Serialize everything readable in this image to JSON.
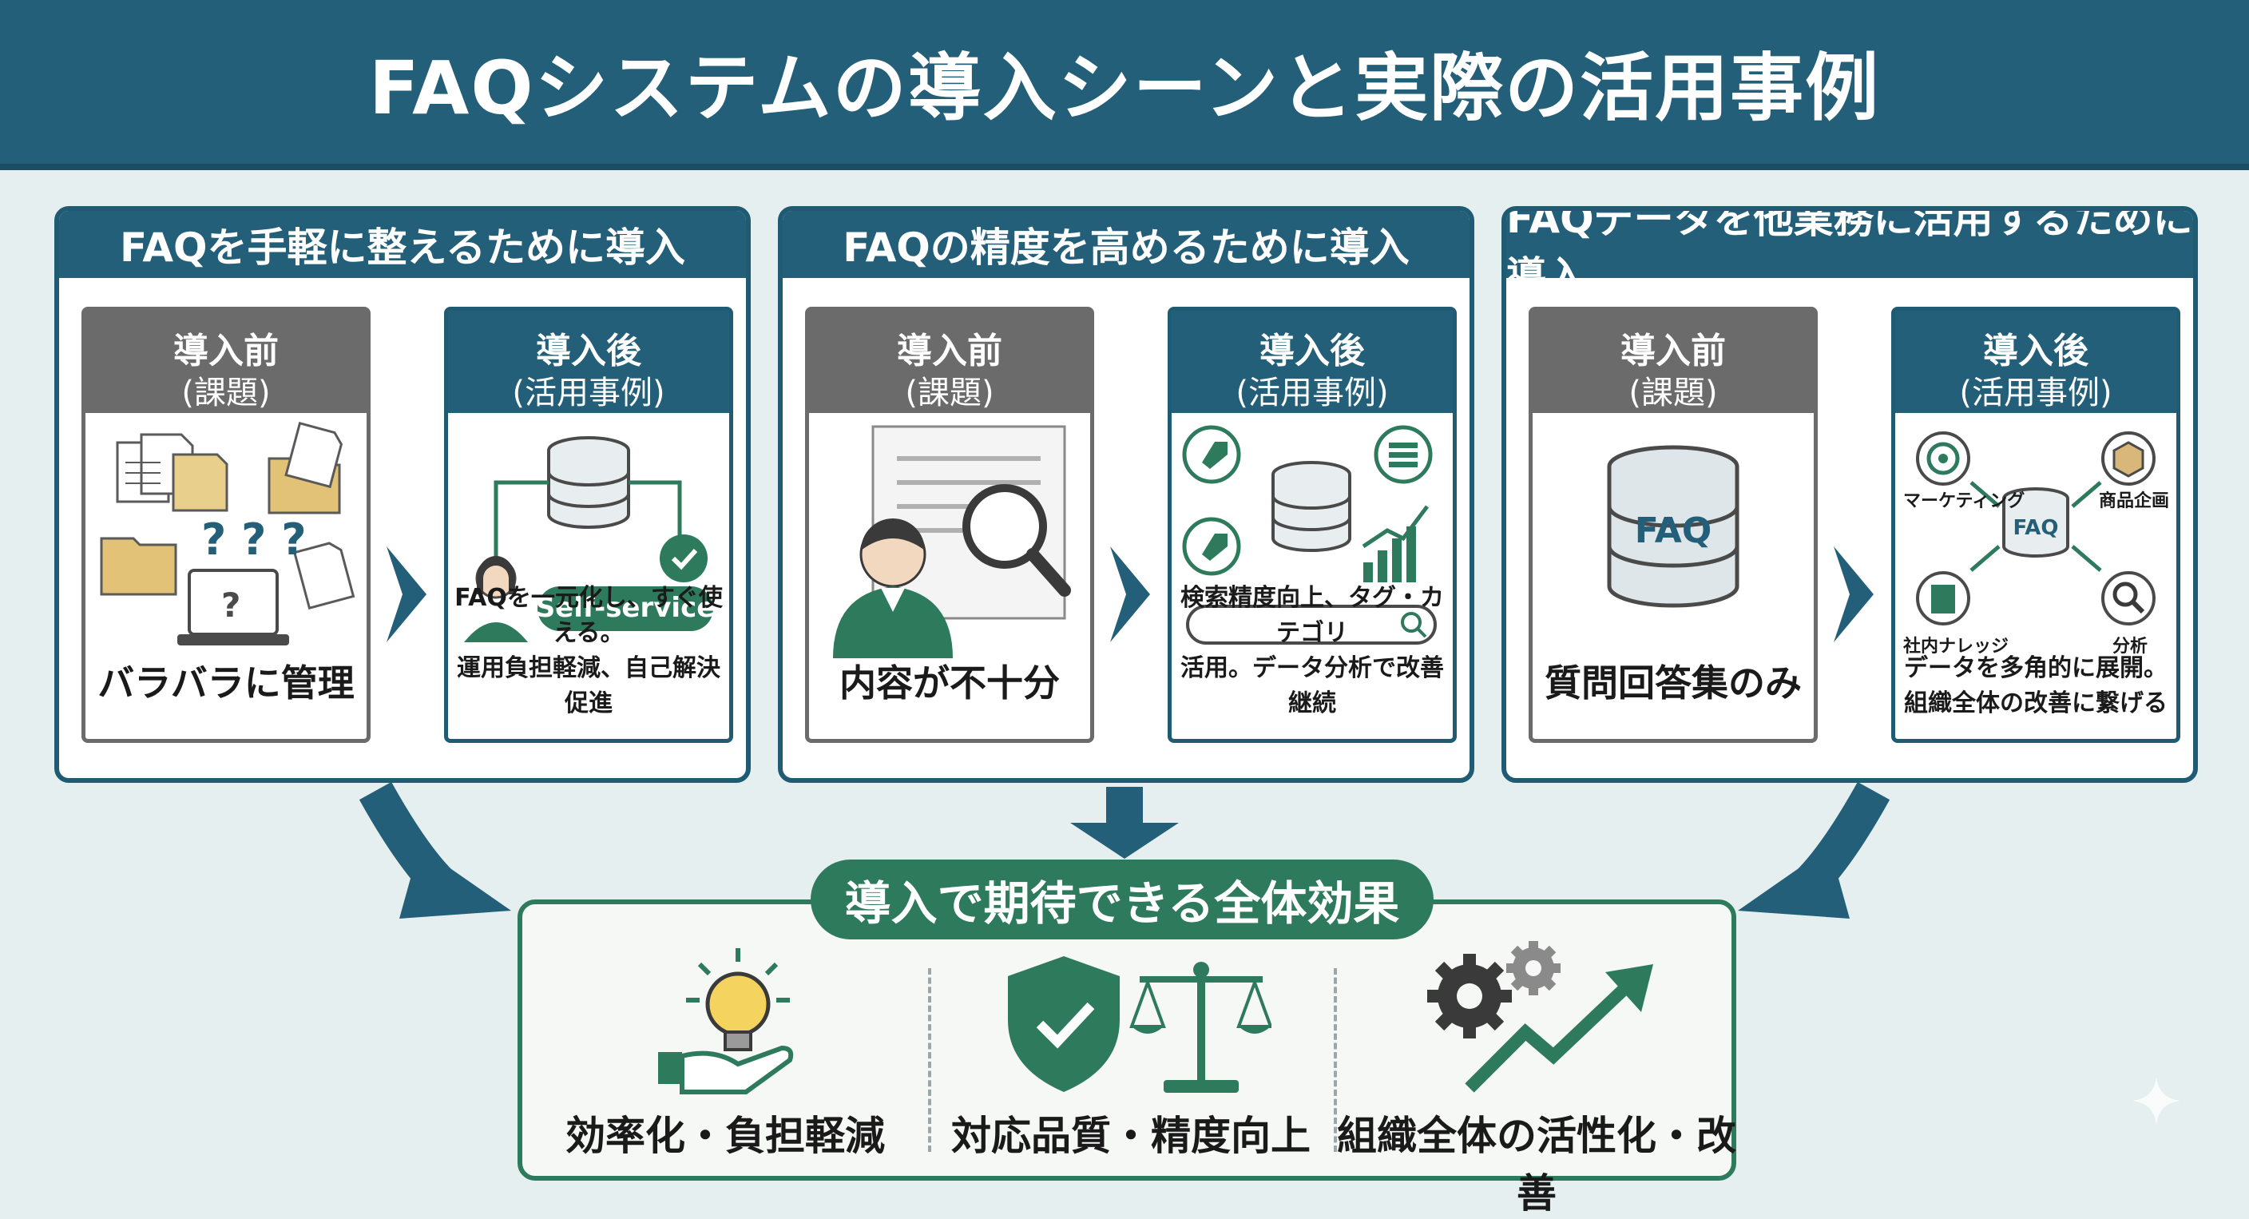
{
  "title": "FAQシステムの導入シーンと実際の活用事例",
  "panels": [
    {
      "title": "FAQを手軽に整えるために導入",
      "before": {
        "heading": "導入前",
        "sub": "(課題)",
        "caption": "バラバラに管理"
      },
      "after": {
        "heading": "導入後",
        "sub": "(活用事例)",
        "badge": "Self-service",
        "caption_lines": [
          "FAQを一元化し、すぐ使える。",
          "運用負担軽減、自己解決促進"
        ]
      }
    },
    {
      "title": "FAQの精度を高めるために導入",
      "before": {
        "heading": "導入前",
        "sub": "(課題)",
        "caption": "内容が不十分"
      },
      "after": {
        "heading": "導入後",
        "sub": "(活用事例)",
        "caption_lines": [
          "検索精度向上、タグ・カテゴリ",
          "活用。データ分析で改善継続"
        ]
      }
    },
    {
      "title": "FAQデータを他業務に活用するために導入",
      "before": {
        "heading": "導入前",
        "sub": "(課題)",
        "db_label": "FAQ",
        "caption": "質問回答集のみ"
      },
      "after": {
        "heading": "導入後",
        "sub": "(活用事例)",
        "hub_label": "FAQ",
        "nodes": [
          "マーケティング",
          "商品企画",
          "社内ナレッジ",
          "分析"
        ],
        "caption_lines": [
          "データを多角的に展開。",
          "組織全体の改善に繋げる"
        ]
      }
    }
  ],
  "effects": {
    "title": "導入で期待できる全体効果",
    "items": [
      {
        "label": "効率化・負担軽減",
        "icon": "lightbulb-hand-icon"
      },
      {
        "label": "対応品質・精度向上",
        "icon": "shield-scale-icon"
      },
      {
        "label": "組織全体の活性化・改善",
        "icon": "gears-growth-icon"
      }
    ]
  },
  "colors": {
    "header": "#235f78",
    "before": "#6b6b6b",
    "green": "#2e7a5c",
    "background": "#e6eff0"
  }
}
